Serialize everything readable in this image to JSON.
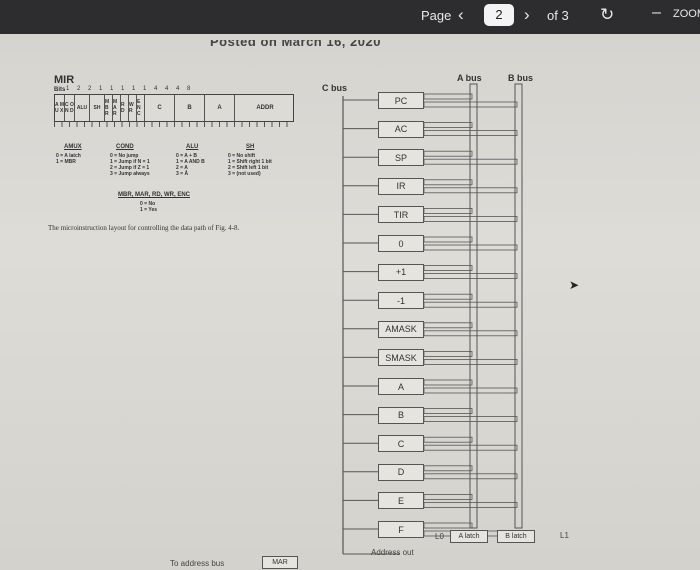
{
  "toolbar": {
    "page_label": "Page",
    "prev_icon": "‹",
    "page_input": "2",
    "next_icon": "›",
    "of_pages": "of 3",
    "rotate_icon": "↻",
    "zoom_out_icon": "–",
    "zoom_label": "ZOOM"
  },
  "document": {
    "posted": "Posted on March 16, 2020",
    "mir": {
      "label": "MIR",
      "bits_label": "Bits",
      "bits": "1 2 2 1 1 1 1 1   4   4   4   8",
      "fields": [
        "A M U X",
        "C O N D",
        "ALU",
        "SH",
        "M B R",
        "M A R",
        "R D",
        "W R",
        "E N C",
        "C",
        "B",
        "A",
        "ADDR"
      ],
      "col_amux_title": "AMUX",
      "col_amux_text": "0 = A latch\n1 = MBR",
      "col_cond_title": "COND",
      "col_cond_text": "0 = No jump\n1 = Jump if N = 1\n2 = Jump if Z = 1\n3 = Jump always",
      "col_alu_title": "ALU",
      "col_alu_text": "0 = A + B\n1 = A AND B\n2 = A\n3 = Ā",
      "col_sh_title": "SH",
      "col_sh_text": "0 = No shift\n1 = Shift right 1 bit\n2 = Shift left 1 bit\n3 = (not used)",
      "misc_title": "MBR, MAR, RD, WR, ENC",
      "misc_text": "0 = No\n1 = Yes"
    },
    "caption": "The microinstruction layout for controlling the data path of Fig. 4-8.",
    "datapath": {
      "c_bus": "C bus",
      "a_bus": "A bus",
      "b_bus": "B bus",
      "registers": [
        "PC",
        "AC",
        "SP",
        "IR",
        "TIR",
        "0",
        "+1",
        "-1",
        "AMASK",
        "SMASK",
        "A",
        "B",
        "C",
        "D",
        "E",
        "F"
      ],
      "l0": "L0",
      "a_latch": "A latch",
      "b_latch": "B latch",
      "l1": "L1",
      "address_out": "Address out",
      "to_address_bus": "To address bus",
      "mar": "MAR"
    }
  }
}
